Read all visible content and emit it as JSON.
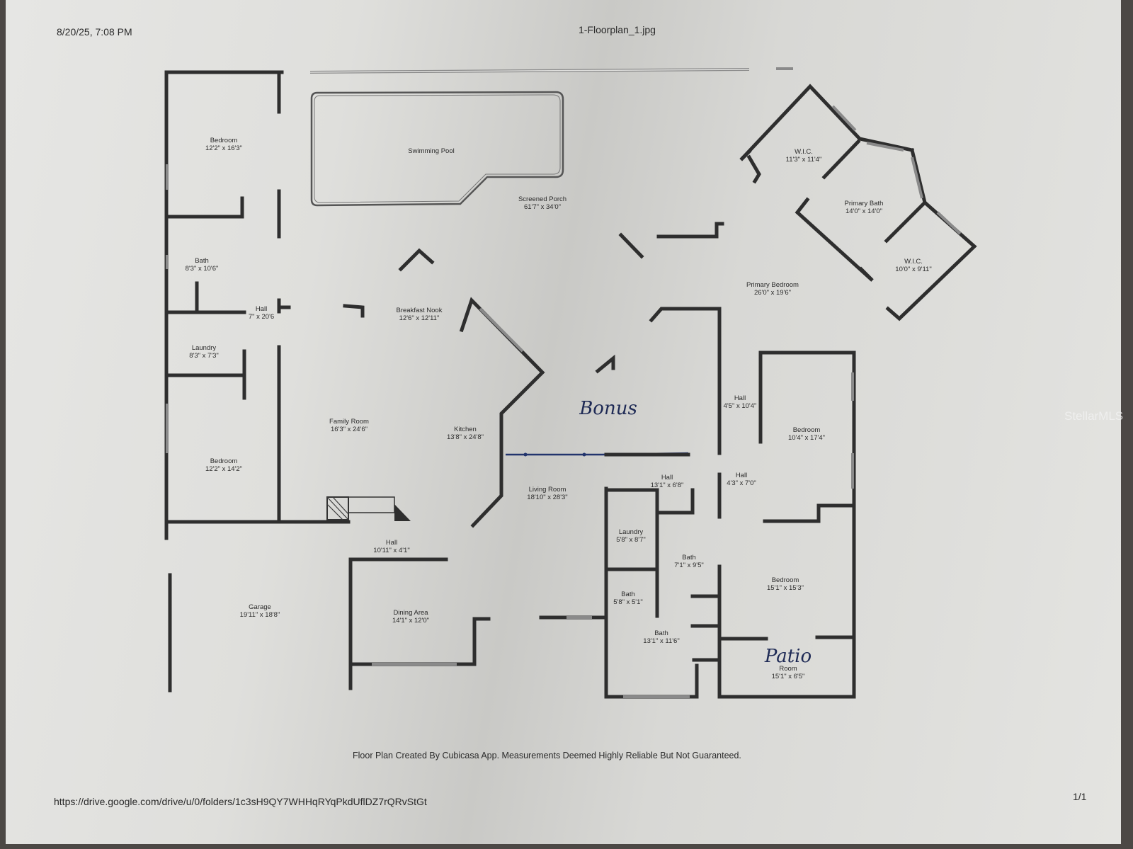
{
  "header": {
    "datetime": "8/20/25, 7:08 PM",
    "filename": "1-Floorplan_1.jpg"
  },
  "footer": {
    "disclaimer": "Floor Plan Created By Cubicasa App. Measurements Deemed Highly Reliable But Not Guaranteed.",
    "url": "https://drive.google.com/drive/u/0/folders/1c3sH9QY7WHHqRYqPkdUflDZ7rQRvStGt",
    "page": "1/1"
  },
  "watermark": "StellarMLS",
  "handwritten": {
    "bonus": "Bonus",
    "patio": "Patio"
  },
  "rooms": {
    "bedroom_nw": {
      "name": "Bedroom",
      "dims": "12'2\" x 16'3\""
    },
    "bath_w": {
      "name": "Bath",
      "dims": "8'3\" x 10'6\""
    },
    "hall_w": {
      "name": "Hall",
      "dims": "7\" x 20'6"
    },
    "laundry_w": {
      "name": "Laundry",
      "dims": "8'3\" x 7'3\""
    },
    "bedroom_sw": {
      "name": "Bedroom",
      "dims": "12'2\" x 14'2\""
    },
    "family_room": {
      "name": "Family Room",
      "dims": "16'3\" x 24'6\""
    },
    "breakfast_nook": {
      "name": "Breakfast Nook",
      "dims": "12'6\" x 12'11\""
    },
    "kitchen": {
      "name": "Kitchen",
      "dims": "13'8\" x 24'8\""
    },
    "swimming_pool": {
      "name": "Swimming Pool"
    },
    "screened_porch": {
      "name": "Screened Porch",
      "dims": "61'7\" x 34'0\""
    },
    "wic_top": {
      "name": "W.I.C.",
      "dims": "11'3\" x 11'4\""
    },
    "primary_bath": {
      "name": "Primary Bath",
      "dims": "14'0\" x 14'0\""
    },
    "wic_right": {
      "name": "W.I.C.",
      "dims": "10'0\" x 9'11\""
    },
    "primary_bedroom": {
      "name": "Primary Bedroom",
      "dims": "26'0\" x 19'6\""
    },
    "hall_e1": {
      "name": "Hall",
      "dims": "4'5\" x 10'4\""
    },
    "bedroom_e": {
      "name": "Bedroom",
      "dims": "10'4\" x 17'4\""
    },
    "hall_e2": {
      "name": "Hall",
      "dims": "4'3\" x 7'0\""
    },
    "hall_c": {
      "name": "Hall",
      "dims": "13'1\" x 6'8\""
    },
    "living_room": {
      "name": "Living Room",
      "dims": "18'10\" x 28'3\""
    },
    "laundry_c": {
      "name": "Laundry",
      "dims": "5'8\" x 8'7\""
    },
    "bath_c1": {
      "name": "Bath",
      "dims": "7'1\" x 9'5\""
    },
    "bath_c2": {
      "name": "Bath",
      "dims": "5'8\" x 5'1\""
    },
    "bath_c3": {
      "name": "Bath",
      "dims": "13'1\" x 11'6\""
    },
    "bedroom_se": {
      "name": "Bedroom",
      "dims": "15'1\" x 15'3\""
    },
    "room_patio": {
      "name": "Room",
      "dims": "15'1\" x 6'5\""
    },
    "hall_s": {
      "name": "Hall",
      "dims": "10'11\" x 4'1\""
    },
    "garage": {
      "name": "Garage",
      "dims": "19'11\" x 18'8\""
    },
    "dining_area": {
      "name": "Dining Area",
      "dims": "14'1\" x 12'0\""
    }
  }
}
